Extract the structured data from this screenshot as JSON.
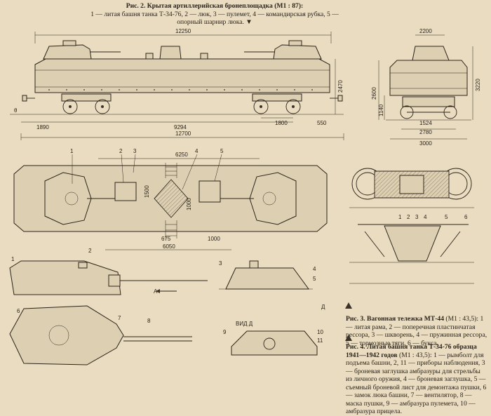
{
  "fig2": {
    "num": "Рис. 2.",
    "title": "Крытая артиллерийская бронеплощадка (М1 : 87):",
    "legend_l1": "1 — литая башня танка Т-34-76, 2 — люк, 3 — пулемет, 4 — командирская рубка, 5 —",
    "legend_l2": "опорный шарнир люка."
  },
  "fig3": {
    "num": "Рис. 3.",
    "title": "Вагонная тележка МТ-44",
    "scale": "(М1 : 43,5):",
    "legend": "1 — литая рама, 2 — поперечная пластинчатая рессора, 3 — шкворень, 4 — пружинная рессора, 5 — тормозные тяги, 6 — букса."
  },
  "fig4": {
    "num": "Рис. 4.",
    "title": "Литая башня танка Т-34-76 образца 1941—1942 годов",
    "scale": "(М1 : 43,5):",
    "legend": "1 — рымболт для подъема башни, 2, 11 — приборы наблюдения, 3 — броневая заглушка амбразуры для стрельбы из личного оружия, 4 — броневая заглушка, 5 — съемный броневой лист для демонтажа пушки, 6 — замок люка башни, 7 — вентилятор, 8 — маска пушки, 9 — амбразура пулемета, 10 — амбразура прицела."
  },
  "dims": {
    "total_top": "12250",
    "height_side": "2470",
    "d1890": "1890",
    "d9294": "9294",
    "d1800": "1800",
    "d550": "550",
    "total_bottom": "12700",
    "end_width": "2200",
    "end_height_a": "2600",
    "end_height_b": "3220",
    "d1140": "1140",
    "d1524": "1524",
    "d2780": "2780",
    "d3000": "3000",
    "d6250": "6250",
    "d1500": "1500",
    "d1000a": "1000",
    "d1000b": "1000",
    "d675": "675",
    "d6050": "6050"
  },
  "labels": {
    "theta": "θ",
    "arrow_a": "А",
    "view_d": "ВИД Д",
    "arrow_d": "Д",
    "p1": "1",
    "p2": "2",
    "p3": "3",
    "p4": "4",
    "p5": "5",
    "b1": "1",
    "b2": "2",
    "b3": "3",
    "b4": "4",
    "b5": "5",
    "b6": "6",
    "t1": "1",
    "t2": "2",
    "t3": "3",
    "t4": "4",
    "t5": "5",
    "t6": "6",
    "t7": "7",
    "t8": "8",
    "t9": "9",
    "t10": "10",
    "t11": "11"
  }
}
